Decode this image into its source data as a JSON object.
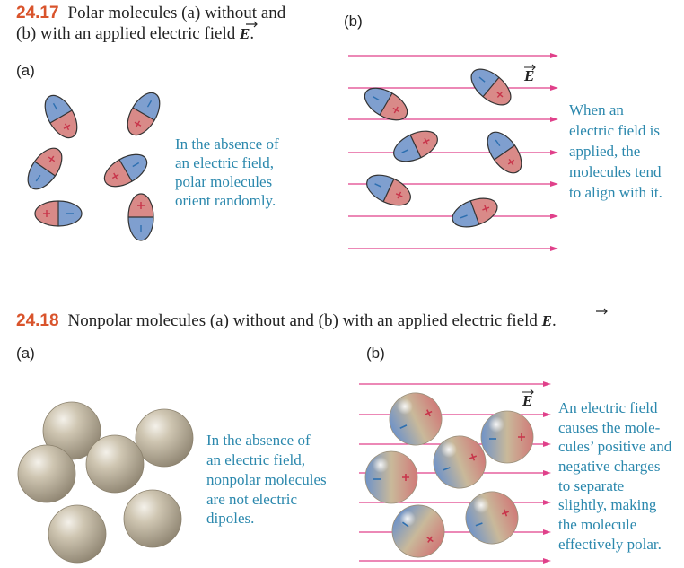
{
  "fig1": {
    "number": "24.17",
    "caption_line1": "Polar molecules (a) without and",
    "caption_line2": "(b) with an applied electric field ",
    "field_symbol": "E",
    "panel_a_label": "(a)",
    "panel_b_label": "(b)",
    "note_a": [
      "In the absence of",
      "an electric field,",
      "polar molecules",
      "orient randomly."
    ],
    "note_b": [
      "When an",
      "electric field is",
      "applied, the",
      "molecules tend",
      "to align with it."
    ]
  },
  "fig2": {
    "number": "24.18",
    "caption": "Nonpolar molecules (a) without and (b) with an applied electric field ",
    "field_symbol": "E",
    "panel_a_label": "(a)",
    "panel_b_label": "(b)",
    "note_a": [
      "In the absence of",
      "an electric field,",
      "nonpolar molecules",
      "are not electric",
      "dipoles."
    ],
    "note_b": [
      "An electric field",
      "causes the mole-",
      "cules’ positive and",
      "negative charges",
      "to separate",
      "slightly, making",
      "the molecule",
      "effectively polar."
    ]
  },
  "colors": {
    "field_line": "#e0408a",
    "positive": "#d98a88",
    "negative": "#7f9fcf",
    "sign_positive": "#c8344a",
    "sign_negative": "#2d6fb0",
    "note_text": "#2b88ad",
    "sphere": "#c9bfa8"
  }
}
